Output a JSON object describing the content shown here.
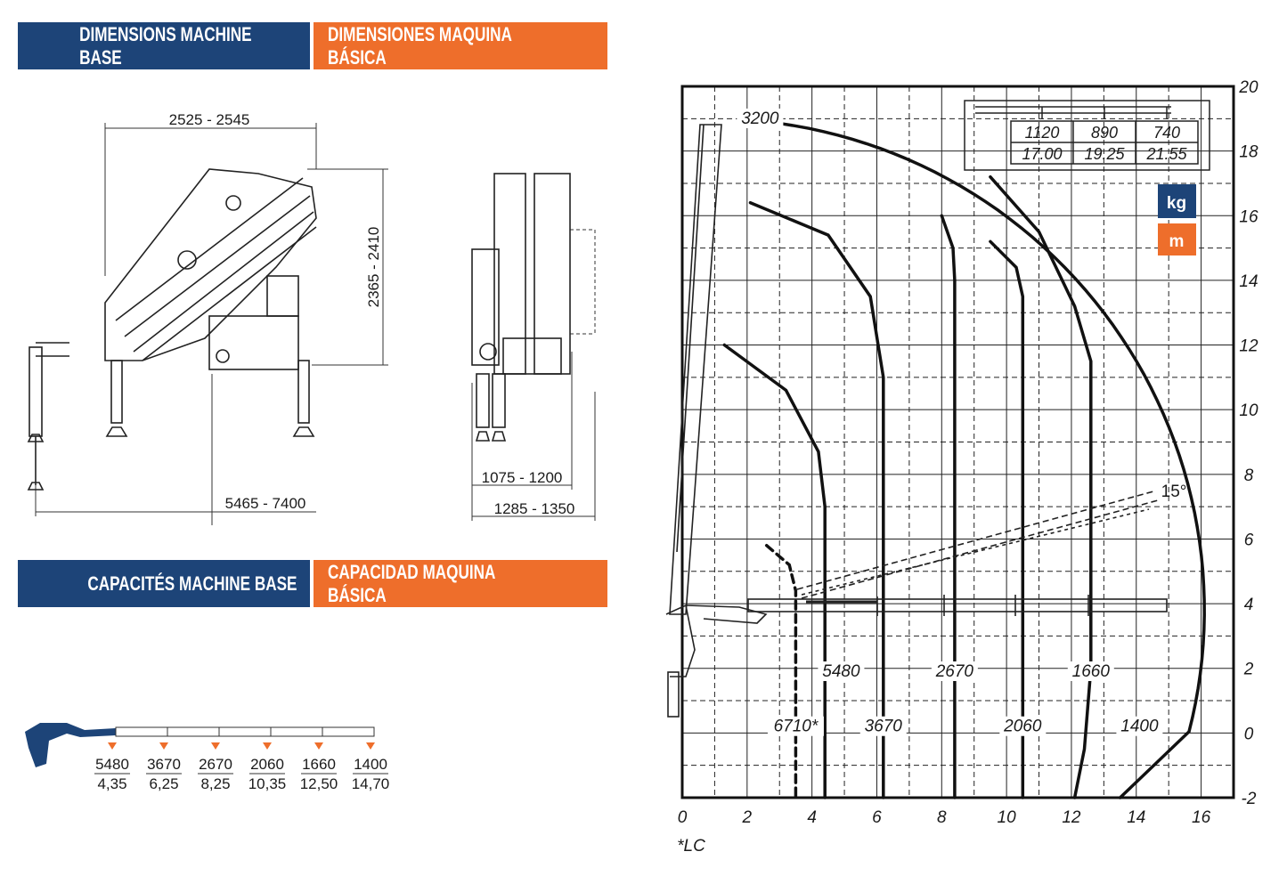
{
  "banners": {
    "dimensions_en": "DIMENSIONS MACHINE BASE",
    "dimensions_es": "DIMENSIONES MAQUINA BÁSICA",
    "capacities_fr": "CAPACITÉS MACHINE BASE",
    "capacities_es": "CAPACIDAD MAQUINA BÁSICA"
  },
  "dimensions": {
    "width_top": "2525 - 2545",
    "height": "2365 - 2410",
    "stabiliser_span": "5465 - 7400",
    "rear_width_inner": "1075 - 1200",
    "rear_width_outer": "1285 - 1350"
  },
  "capacity_strip": [
    {
      "kg": "5480",
      "m": "4,35"
    },
    {
      "kg": "3670",
      "m": "6,25"
    },
    {
      "kg": "2670",
      "m": "8,25"
    },
    {
      "kg": "2060",
      "m": "10,35"
    },
    {
      "kg": "1660",
      "m": "12,50"
    },
    {
      "kg": "1400",
      "m": "14,70"
    }
  ],
  "load_chart": {
    "x_ticks": [
      "0",
      "2",
      "4",
      "6",
      "8",
      "10",
      "12",
      "14",
      "16"
    ],
    "y_ticks": [
      "20",
      "18",
      "16",
      "14",
      "12",
      "10",
      "8",
      "6",
      "4",
      "2",
      "0",
      "-2"
    ],
    "curve_labels": {
      "top": "3200",
      "k5480": "5480",
      "k2670": "2670",
      "k1660": "1660",
      "k6710": "6710*",
      "k3670": "3670",
      "k2060": "2060",
      "k1400": "1400"
    },
    "angle": "15°",
    "legend_kg": "kg",
    "legend_m": "m",
    "jib_table": {
      "kg": [
        "1120",
        "890",
        "740"
      ],
      "m": [
        "17.00",
        "19.25",
        "21.55"
      ]
    },
    "footnote": "*LC"
  },
  "colors": {
    "blue": "#1d4478",
    "orange": "#ee6e2b"
  }
}
